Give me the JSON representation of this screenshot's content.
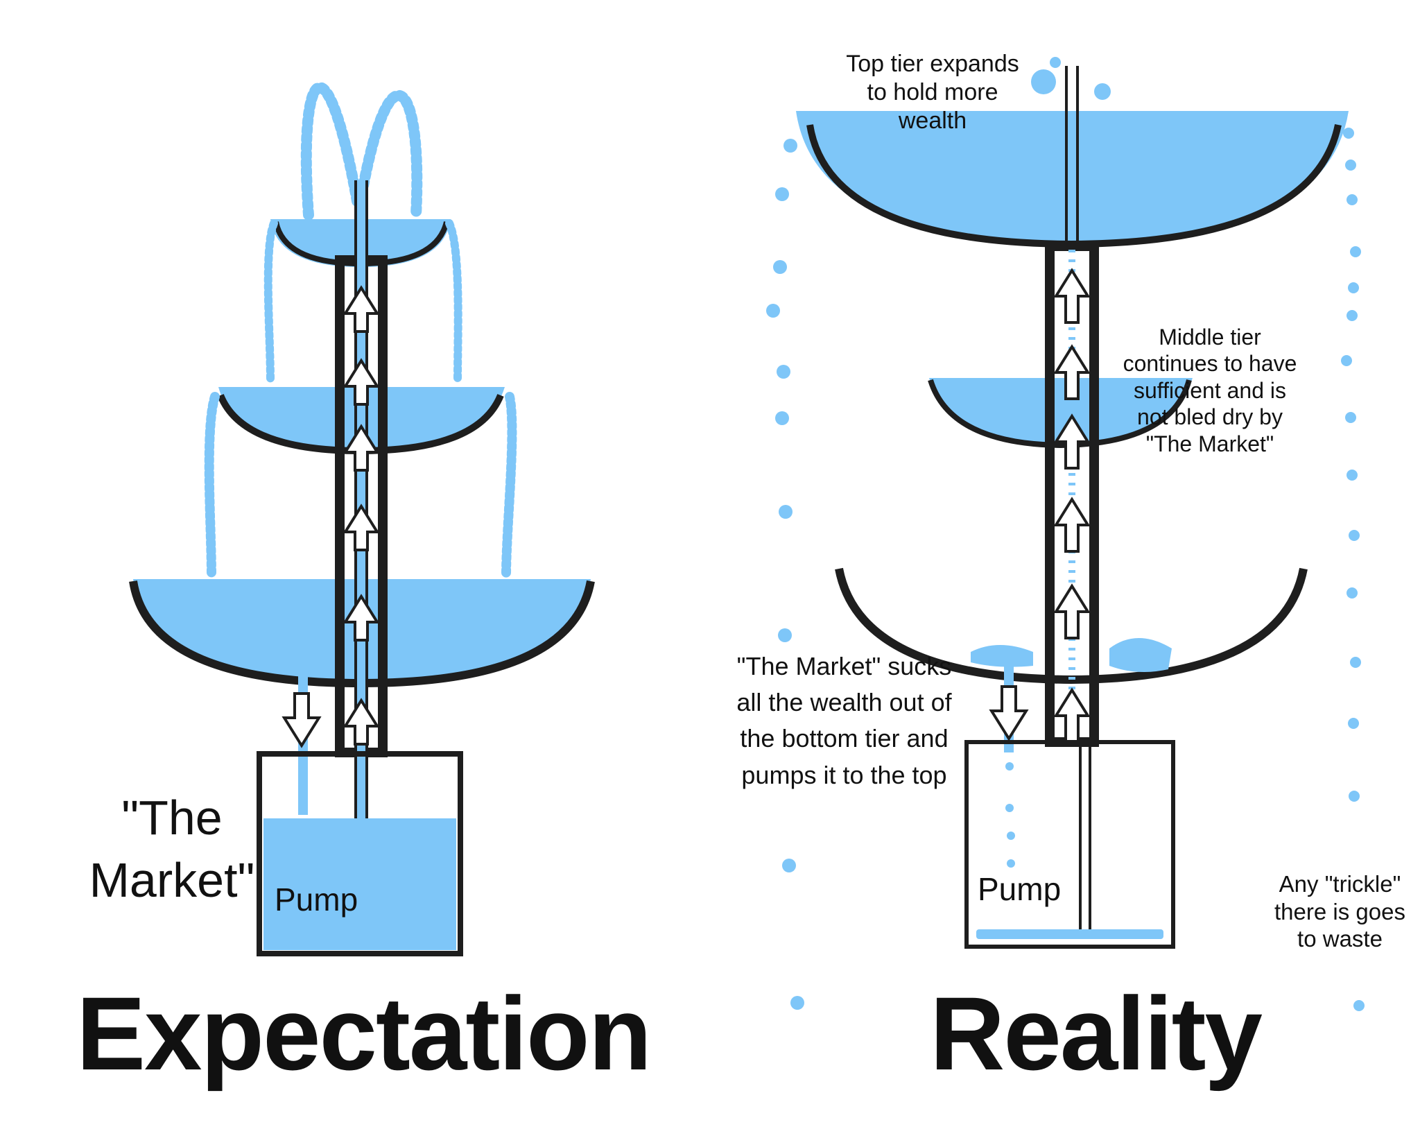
{
  "expectation": {
    "heading": "Expectation",
    "market_label": "\"The Market\"",
    "pump_label": "Pump"
  },
  "reality": {
    "heading": "Reality",
    "pump_label": "Pump",
    "top_tier_note": "Top tier expands to hold more wealth",
    "middle_tier_note": "Middle tier continues to have sufficient and is not bled dry by \"The Market\"",
    "market_note": "\"The Market\" sucks all the wealth out of the bottom tier and pumps it to the top",
    "trickle_note": "Any \"trickle\" there is goes to waste"
  },
  "colors": {
    "water": "#7ec6f8",
    "bowl_outline": "#1e1e1e",
    "text": "#111111",
    "background": "#ffffff"
  }
}
